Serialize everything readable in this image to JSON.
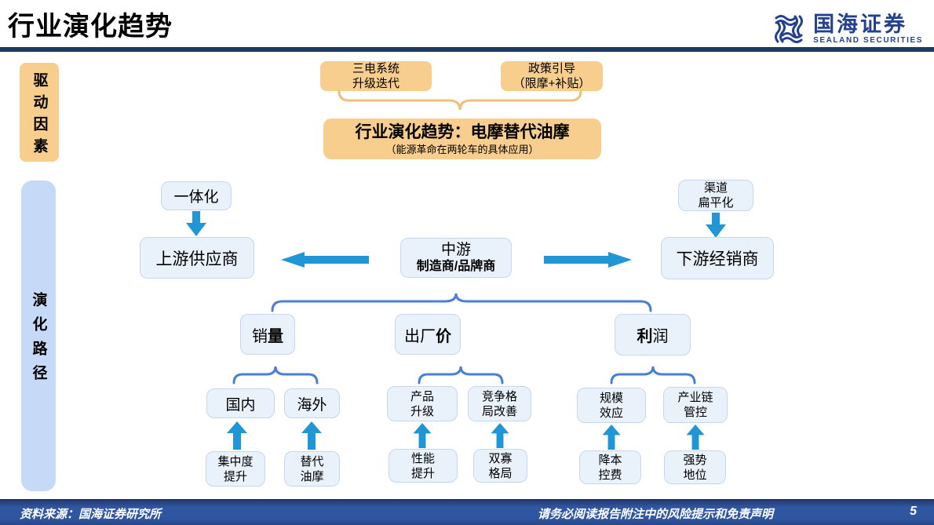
{
  "header": {
    "title": "行业演化趋势",
    "logo_name": "国海证券",
    "logo_subtitle": "SEALAND SECURITIES"
  },
  "sidebar": {
    "drivers": "驱动因素",
    "path": "演化路径"
  },
  "drivers_section": {
    "factor_left": "三电系统\n升级迭代",
    "factor_right": "政策引导\n（限摩+补贴）",
    "conclusion_title": "行业演化趋势：电摩替代油摩",
    "conclusion_subtitle": "（能源革命在两轮车的具体应用）"
  },
  "value_chain": {
    "upstream_driver": "一体化",
    "upstream": "上游供应商",
    "midstream_line1": "中游",
    "midstream_line2": "制造商/品牌商",
    "downstream_driver": "渠道\n扁平化",
    "downstream": "下游经销商"
  },
  "kpis": [
    {
      "label_normal": "销",
      "label_bold": "量",
      "children": [
        {
          "label": "国内",
          "cause": "集中度\n提升"
        },
        {
          "label": "海外",
          "cause": "替代\n油摩"
        }
      ]
    },
    {
      "label_normal": "出厂",
      "label_bold": "价",
      "children": [
        {
          "label": "产品\n升级",
          "cause": "性能\n提升"
        },
        {
          "label": "竞争格\n局改善",
          "cause": "双寡\n格局"
        }
      ]
    },
    {
      "label_bold": "利",
      "label_normal": "润",
      "children": [
        {
          "label": "规模\n效应",
          "cause": "降本\n控费"
        },
        {
          "label": "产业链\n管控",
          "cause": "强势\n地位"
        }
      ]
    }
  ],
  "footer": {
    "source": "资料来源：国海证券研究所",
    "disclaimer": "请务必阅读报告附注中的风险提示和免责声明",
    "page_number": "5"
  },
  "colors": {
    "navy": "#1F3864",
    "logo_navy": "#23418F",
    "tan_fill": "#F7CE8E",
    "brace_tan": "#EFBF7C",
    "blue_box_fill": "#E9F1FB",
    "blue_box_border": "#C7D7EF",
    "sidebar_blue": "#C6D9F7",
    "arrow_blue": "#2097D4",
    "brace_blue": "#4A7ED9",
    "footer_blue": "#2F54A0"
  }
}
